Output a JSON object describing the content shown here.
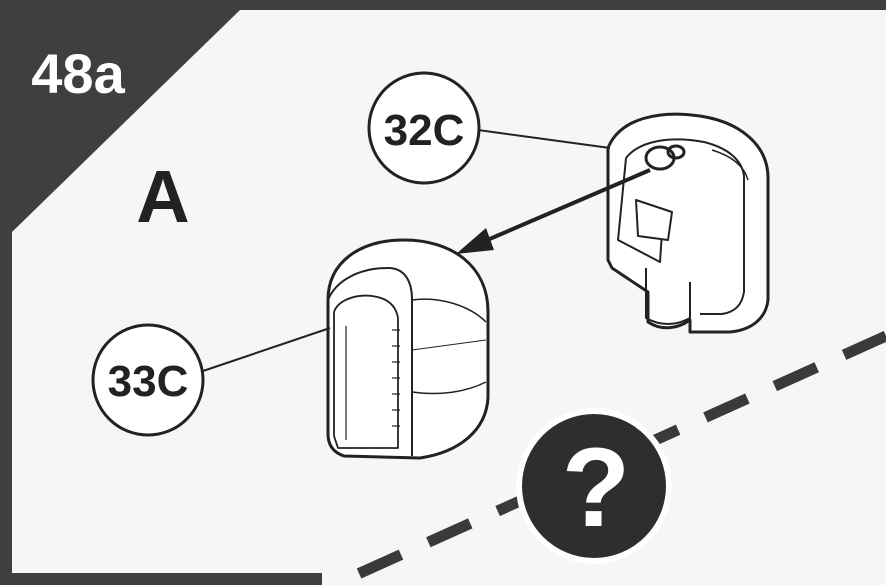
{
  "step": {
    "number": "48a",
    "variant": "A"
  },
  "parts": [
    {
      "id": "32C",
      "label": "32C"
    },
    {
      "id": "33C",
      "label": "33C"
    }
  ],
  "help": {
    "glyph": "?"
  },
  "colors": {
    "frame": "#3f3f3f",
    "panel": "#f6f6f6",
    "ink": "#222222",
    "help_disc": "#2e2e2e"
  }
}
